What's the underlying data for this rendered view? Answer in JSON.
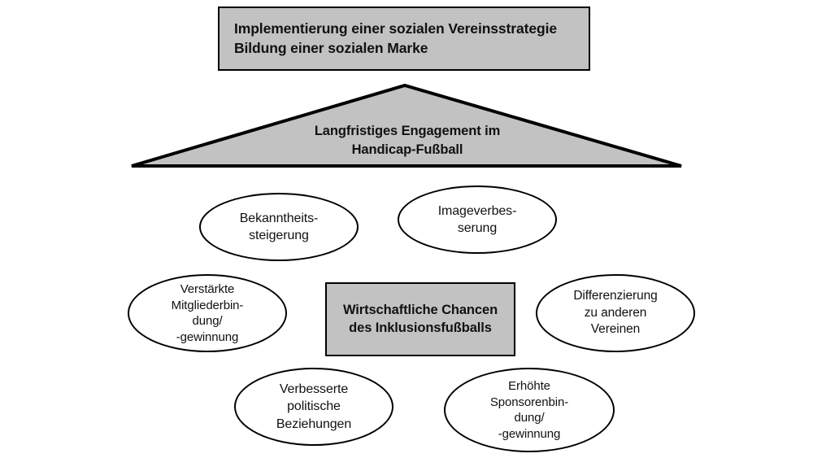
{
  "diagram": {
    "background_color": "#ffffff",
    "shape_fill_gray": "#c2c2c2",
    "shape_fill_white": "#ffffff",
    "stroke_color": "#000000",
    "top_box": {
      "line1": "Implementierung einer sozialen Vereinsstrategie",
      "line2": "Bildung einer sozialen Marke",
      "text": "Implementierung einer sozialen Vereinsstrategie\nBildung einer sozialen Marke"
    },
    "triangle": {
      "line1": "Langfristiges Engagement im",
      "line2": "Handicap-Fußball",
      "text": "Langfristiges Engagement im\nHandicap-Fußball"
    },
    "center_box": {
      "line1": "Wirtschaftliche Chancen",
      "line2": "des Inklusionsfußballs",
      "text": "Wirtschaftliche Chancen\ndes Inklusionsfußballs"
    },
    "ovals": [
      {
        "id": "bekanntheitssteigerung",
        "text": "Bekanntheits-\nsteigerung"
      },
      {
        "id": "imageverbesserung",
        "text": "Imageverbes-\nserung"
      },
      {
        "id": "mitgliederbindung",
        "text": "Verstärkte\nMitgliederbin-\ndung/\n-gewinnung"
      },
      {
        "id": "differenzierung",
        "text": "Differenzierung\nzu anderen\nVereinen"
      },
      {
        "id": "politische-beziehungen",
        "text": "Verbesserte\npolitische\nBeziehungen"
      },
      {
        "id": "sponsorenbindung",
        "text": "Erhöhte\nSponsorenbin-\ndung/\n-gewinnung"
      }
    ]
  }
}
